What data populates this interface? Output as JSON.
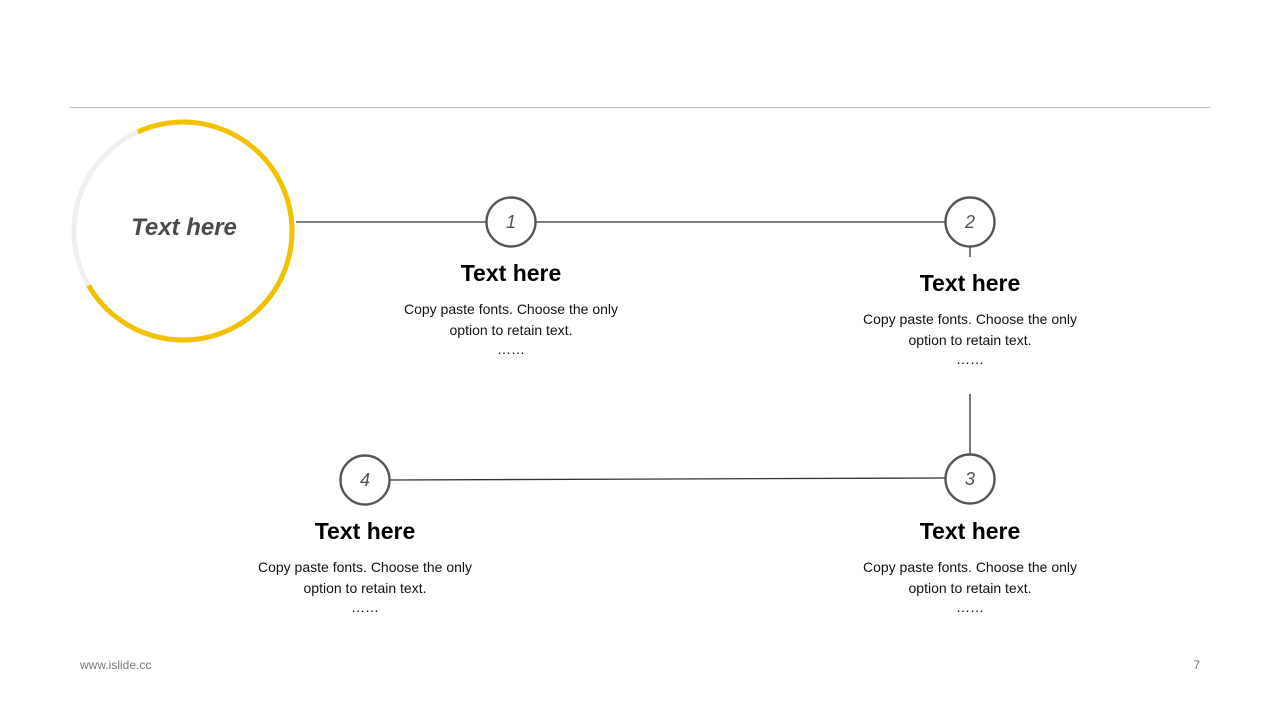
{
  "main_label": "Text here",
  "colors": {
    "accent": "#F2C200",
    "ring_track": "#EFEFEF",
    "connector": "#333333",
    "node_stroke": "#555555"
  },
  "steps": [
    {
      "number": "1",
      "title": "Text here",
      "desc_line1": "Copy paste fonts. Choose the only",
      "desc_line2": "option to retain text.",
      "dots": "……"
    },
    {
      "number": "2",
      "title": "Text here",
      "desc_line1": "Copy paste fonts. Choose the only",
      "desc_line2": "option to retain text.",
      "dots": "……"
    },
    {
      "number": "3",
      "title": "Text here",
      "desc_line1": "Copy paste fonts. Choose the only",
      "desc_line2": "option to retain text.",
      "dots": "……"
    },
    {
      "number": "4",
      "title": "Text here",
      "desc_line1": "Copy paste fonts. Choose the only",
      "desc_line2": "option to retain text.",
      "dots": "……"
    }
  ],
  "footer": {
    "url": "www.islide.cc",
    "page": "7"
  }
}
